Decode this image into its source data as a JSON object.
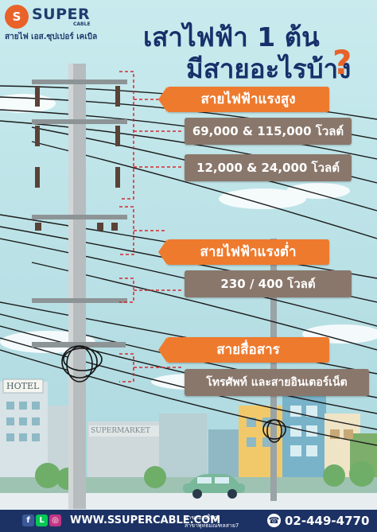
{
  "brand": {
    "badge": "S",
    "name": "SUPER",
    "subname": "CABLE",
    "tagline": "สายไฟ เอส.ซุปเปอร์ เคเบิล"
  },
  "title": {
    "line1": "เสาไฟฟ้า 1 ต้น",
    "line2": "มีสายอะไรบ้าง",
    "question_mark": "?"
  },
  "categories": [
    {
      "label": "สายไฟฟ้าแรงสูง",
      "values": [
        "69,000 & 115,000 โวลต์",
        "12,000 & 24,000 โวลต์"
      ]
    },
    {
      "label": "สายไฟฟ้าแรงต่ำ",
      "values": [
        "230 / 400 โวลต์"
      ]
    },
    {
      "label": "สายสื่อสาร",
      "values": [
        "โทรศัพท์ และสายอินเตอร์เน็ต"
      ]
    }
  ],
  "buildings": {
    "hotel": "HOTEL",
    "supermarket": "SUPERMARKET"
  },
  "footer": {
    "social_icons": [
      "facebook-icon",
      "line-icon",
      "instagram-icon",
      "youtube-icon"
    ],
    "website": "WWW.SSUPERCABLE.COM",
    "branches": [
      "สาขาบางใหญ่",
      "สาขาพุทธมณฑลสาย7"
    ],
    "phone": "02-449-4770"
  },
  "colors": {
    "navy": "#1c3264",
    "orange": "#ee7a2e",
    "value_box": "#8a776b",
    "sky": "#bfe3e8",
    "connector": "#d8272f"
  }
}
